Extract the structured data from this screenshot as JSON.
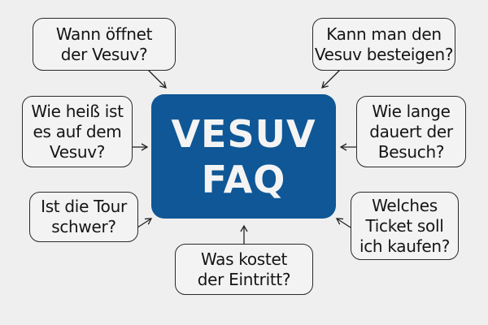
{
  "center": {
    "title": "VESUV\nFAQ",
    "color": "#0f5796"
  },
  "questions": [
    {
      "id": "tl",
      "text": "Wann öffnet\nder Vesuv?"
    },
    {
      "id": "tr",
      "text": "Kann man den\nVesuv besteigen?"
    },
    {
      "id": "ml",
      "text": "Wie heiß ist\nes auf dem\nVesuv?"
    },
    {
      "id": "mr",
      "text": "Wie lange\ndauert der\nBesuch?"
    },
    {
      "id": "bl",
      "text": "Ist die Tour\nschwer?"
    },
    {
      "id": "br",
      "text": "Welches\nTicket soll\nich kaufen?"
    },
    {
      "id": "bc",
      "text": "Was kostet\nder Eintritt?"
    }
  ]
}
